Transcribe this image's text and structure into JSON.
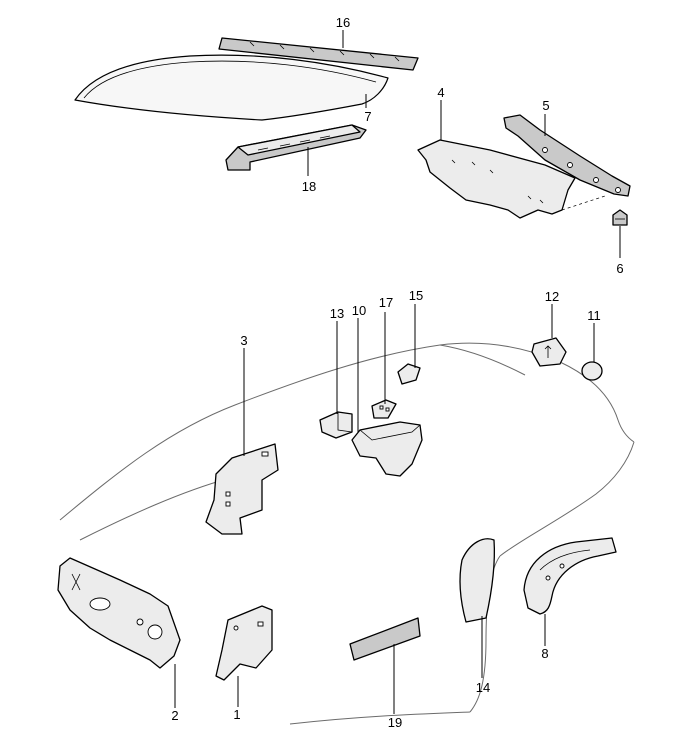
{
  "callouts": {
    "p1": "1",
    "p2": "2",
    "p3": "3",
    "p4": "4",
    "p5": "5",
    "p6": "6",
    "p7": "7",
    "p8": "8",
    "p10": "10",
    "p11": "11",
    "p12": "12",
    "p13": "13",
    "p14": "14",
    "p15": "15",
    "p16": "16",
    "p17": "17",
    "p18": "18",
    "p19": "19"
  }
}
